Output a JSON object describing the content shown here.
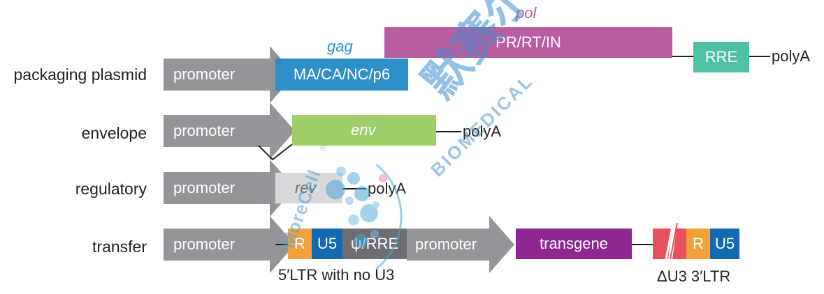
{
  "labels": {
    "pol": "pol",
    "gag": "gag",
    "pr_rt_in": "PR/RT/IN",
    "ma_ca_nc_p6": "MA/CA/NC/p6",
    "rre": "RRE",
    "polyA": "polyA",
    "env": "env",
    "rev": "rev",
    "promoter": "promoter",
    "r": "R",
    "u5": "U5",
    "psi_rre": "ψ/RRE",
    "transgene": "transgene",
    "ltr5": "5′LTR with no U3",
    "ltr3": "ΔU3 3′LTR"
  },
  "rows": {
    "packaging": "packaging plasmid",
    "envelope": "envelope",
    "regulatory": "regulatory",
    "transfer": "transfer"
  },
  "watermark": {
    "brand_latin": "BIOMEDICAL",
    "brand_cjk": "默赛尔",
    "brand_circle": "MoreCell",
    "registered": "®"
  },
  "colors": {
    "promoter_gray": "#939598",
    "gag_blue": "#2f90c9",
    "pol_magenta": "#b95da1",
    "rre_teal": "#4fc0a3",
    "env_green": "#9fce6a",
    "rev_lightgray": "#d9d9db",
    "ltr_orange": "#f3a13a",
    "u5_blue": "#1469b1",
    "psi_darkgray": "#6d6e71",
    "transgene_purple": "#8e278f",
    "du3_red": "#e8505b",
    "label_text": "#231f20",
    "gag_label": "#2b8fc9",
    "pol_label": "#b95da1"
  }
}
